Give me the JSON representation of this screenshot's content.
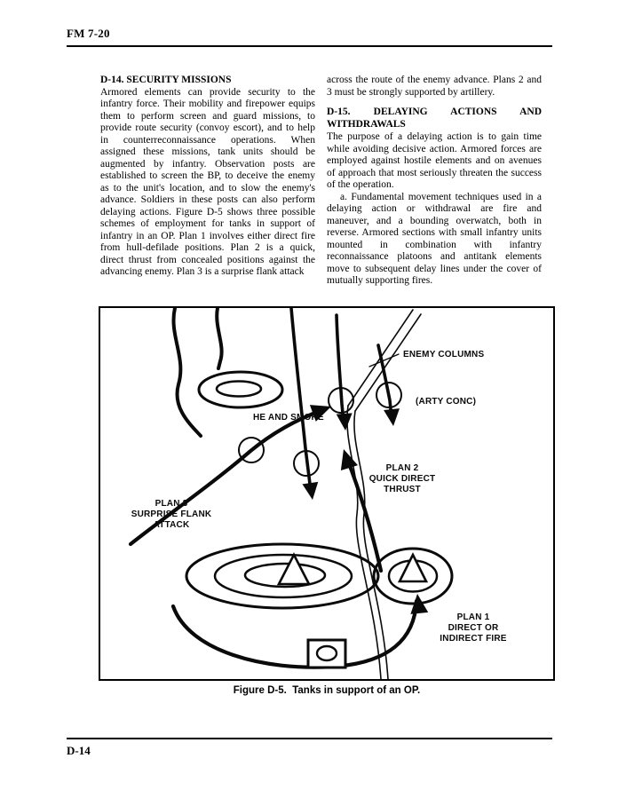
{
  "page": {
    "header": "FM 7-20",
    "footer": "D-14"
  },
  "sections": {
    "d14": {
      "heading": "D-14. SECURITY MISSIONS",
      "body": "Armored elements can provide security to the infantry force. Their mobility and firepower equips them to perform screen and guard missions, to provide route security (convoy escort), and to help in counterreconnaissance operations. When assigned these missions, tank units should be augmented by infantry. Observation posts are established to screen the BP, to deceive the enemy as to the unit's location, and to slow the enemy's advance. Soldiers in these posts can also perform delaying actions. Figure D-5 shows three possible schemes of employment for tanks in support of infantry in an OP. Plan 1 involves either direct fire from hull-defilade positions. Plan 2 is a quick, direct thrust from concealed positions against the advancing enemy. Plan 3 is a surprise flank attack",
      "continuation": "across the route of the enemy advance. Plans 2 and 3 must be strongly supported by artillery."
    },
    "d15": {
      "heading": "D-15. DELAYING ACTIONS AND WITHDRAWALS",
      "body": "The purpose of a delaying action is to gain time while avoiding decisive action. Armored forces are employed against hostile elements and on avenues of approach that most seriously threaten the success of the operation.",
      "sub_a": "a. Fundamental movement techniques used in a delaying action or withdrawal are fire and maneuver, and a bounding overwatch, both in reverse. Armored sections with small infantry units mounted in combination with infantry reconnaissance platoons and antitank elements move to subsequent delay lines under the cover of mutually supporting fires."
    }
  },
  "figure": {
    "caption": "Figure D-5.  Tanks in support of an OP.",
    "labels": {
      "enemy_columns": "ENEMY COLUMNS",
      "he_and_smoke": "HE AND SMOKE",
      "arty_conc": "(ARTY CONC)",
      "plan2": [
        "PLAN 2",
        "QUICK DIRECT",
        "THRUST"
      ],
      "plan3": [
        "PLAN 3",
        "SURPRISE FLANK",
        "ATTACK"
      ],
      "plan1": [
        "PLAN 1",
        "DIRECT OR",
        "INDIRECT FIRE"
      ]
    }
  }
}
